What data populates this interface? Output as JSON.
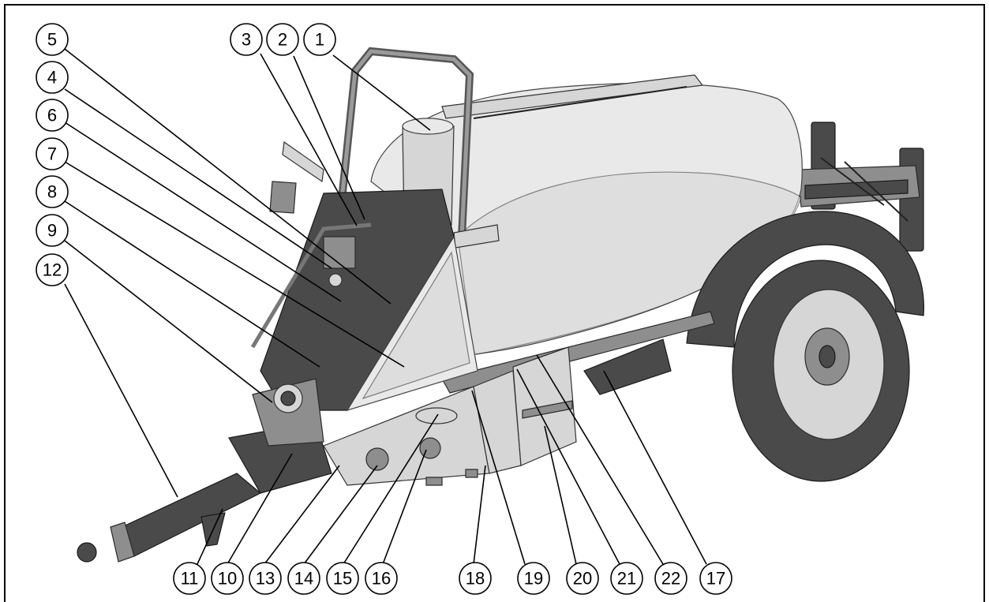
{
  "callouts": [
    {
      "id": "c1",
      "label": "1"
    },
    {
      "id": "c2",
      "label": "2"
    },
    {
      "id": "c3",
      "label": "3"
    },
    {
      "id": "c5",
      "label": "5"
    },
    {
      "id": "c4",
      "label": "4"
    },
    {
      "id": "c6",
      "label": "6"
    },
    {
      "id": "c7",
      "label": "7"
    },
    {
      "id": "c8",
      "label": "8"
    },
    {
      "id": "c9",
      "label": "9"
    },
    {
      "id": "c12",
      "label": "12"
    },
    {
      "id": "c11",
      "label": "11"
    },
    {
      "id": "c10",
      "label": "10"
    },
    {
      "id": "c13",
      "label": "13"
    },
    {
      "id": "c14",
      "label": "14"
    },
    {
      "id": "c15",
      "label": "15"
    },
    {
      "id": "c16",
      "label": "16"
    },
    {
      "id": "c18",
      "label": "18"
    },
    {
      "id": "c19",
      "label": "19"
    },
    {
      "id": "c20",
      "label": "20"
    },
    {
      "id": "c21",
      "label": "21"
    },
    {
      "id": "c22",
      "label": "22"
    },
    {
      "id": "c17",
      "label": "17"
    }
  ]
}
